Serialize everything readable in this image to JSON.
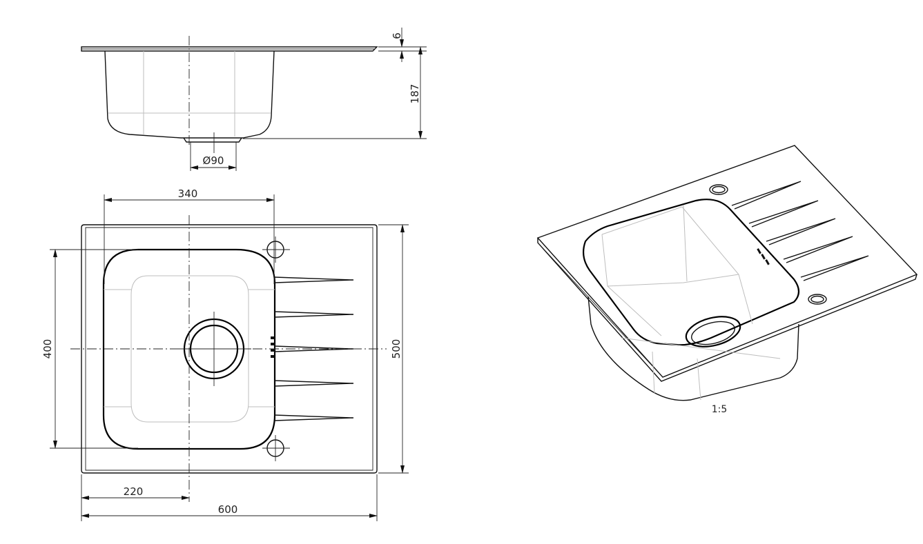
{
  "dimensions": {
    "flange_thickness": "6",
    "depth": "187",
    "drain_diameter": "Ø90",
    "bowl_width": "340",
    "bowl_length": "400",
    "overall_width": "500",
    "drain_offset": "220",
    "overall_length": "600"
  },
  "scale": "1:5"
}
